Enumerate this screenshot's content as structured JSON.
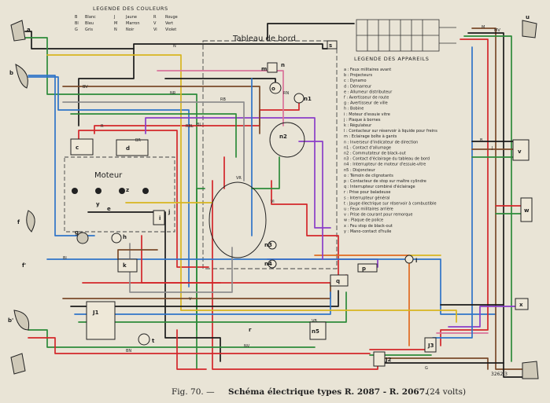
{
  "colors": {
    "paper": "#e9e4d6",
    "ink": "#222222",
    "black": "#1a1a1a",
    "red": "#d3262a",
    "green": "#2d8a3a",
    "blue": "#2f74c8",
    "yellow": "#d8b520",
    "violet": "#8a3ec8",
    "brown": "#7a4a2a",
    "grey": "#8e8e8e",
    "pink": "#d9739a",
    "orange": "#e06a20"
  },
  "legend_colors": {
    "title": "LEGENDE DES COULEURS",
    "rows": [
      [
        "B",
        "Blanc",
        "J",
        "Jaune",
        "R",
        "Rouge"
      ],
      [
        "Bl",
        "Bleu",
        "M",
        "Marron",
        "V",
        "Vert"
      ],
      [
        "G",
        "Gris",
        "N",
        "Noir",
        "Vi",
        "Violet"
      ]
    ]
  },
  "dashboard": {
    "title": "Tableau de bord"
  },
  "motor": {
    "title": "Moteur"
  },
  "legend_devices": {
    "title": "LEGENDE DES APPAREILS",
    "items": [
      "a : Feux militaires avant",
      "b : Projecteurs",
      "c : Dynamo",
      "d : Démarreur",
      "e : Allumeur distributeur",
      "f : Avertisseur de route",
      "g : Avertisseur de ville",
      "h : Bobine",
      "i : Moteur d'essuie vitre",
      "j : Plaque à bornes",
      "k : Régulateur",
      "l : Contacteur sur réservoir à liquide pour freins",
      "m : Eclairage boîte à gants",
      "n : Inverseur d'indicateur de direction",
      "n1 : Contact d'allumage",
      "n2 : Commutateur de black-out",
      "n3 : Contact d'éclairage du tableau de bord",
      "n4 : Interrupteur de moteur d'essuie-vitre",
      "n5 : Disjoncteur",
      "o : Témoin de clignotants",
      "p : Contacteur de stop sur maître cylindre",
      "q : Interrupteur combiné d'éclairage",
      "r : Prise pour baladeuse",
      "s : Interrupteur général",
      "t : Jauge électrique sur réservoir à combustible",
      "u : Feux militaires arrière",
      "v : Prise de courant pour remorque",
      "w : Plaque de police",
      "x : Feu stop de black-out",
      "y : Mano-contact d'huile"
    ]
  },
  "component_labels": [
    "a",
    "b",
    "b'",
    "c",
    "d",
    "e",
    "f",
    "f'",
    "g",
    "h",
    "i",
    "j",
    "k",
    "l",
    "m",
    "n",
    "n1",
    "n2",
    "n3",
    "n4",
    "n5",
    "o",
    "p",
    "q",
    "r",
    "s",
    "t",
    "u",
    "v",
    "w",
    "x",
    "y",
    "z",
    "J1",
    "J2",
    "J3"
  ],
  "wire_codes": [
    "N",
    "BV",
    "R",
    "BR",
    "V",
    "RB",
    "VR",
    "VB",
    "Vi",
    "NR",
    "BL",
    "RBL",
    "MV",
    "M",
    "J",
    "B",
    "NV",
    "BN",
    "RN",
    "G",
    "Bl"
  ],
  "stamp": "3262 3",
  "caption": {
    "fig": "Fig. 70. —",
    "title": "Schéma électrique types R. 2087 - R. 2067.",
    "volts": "(24 volts)"
  }
}
